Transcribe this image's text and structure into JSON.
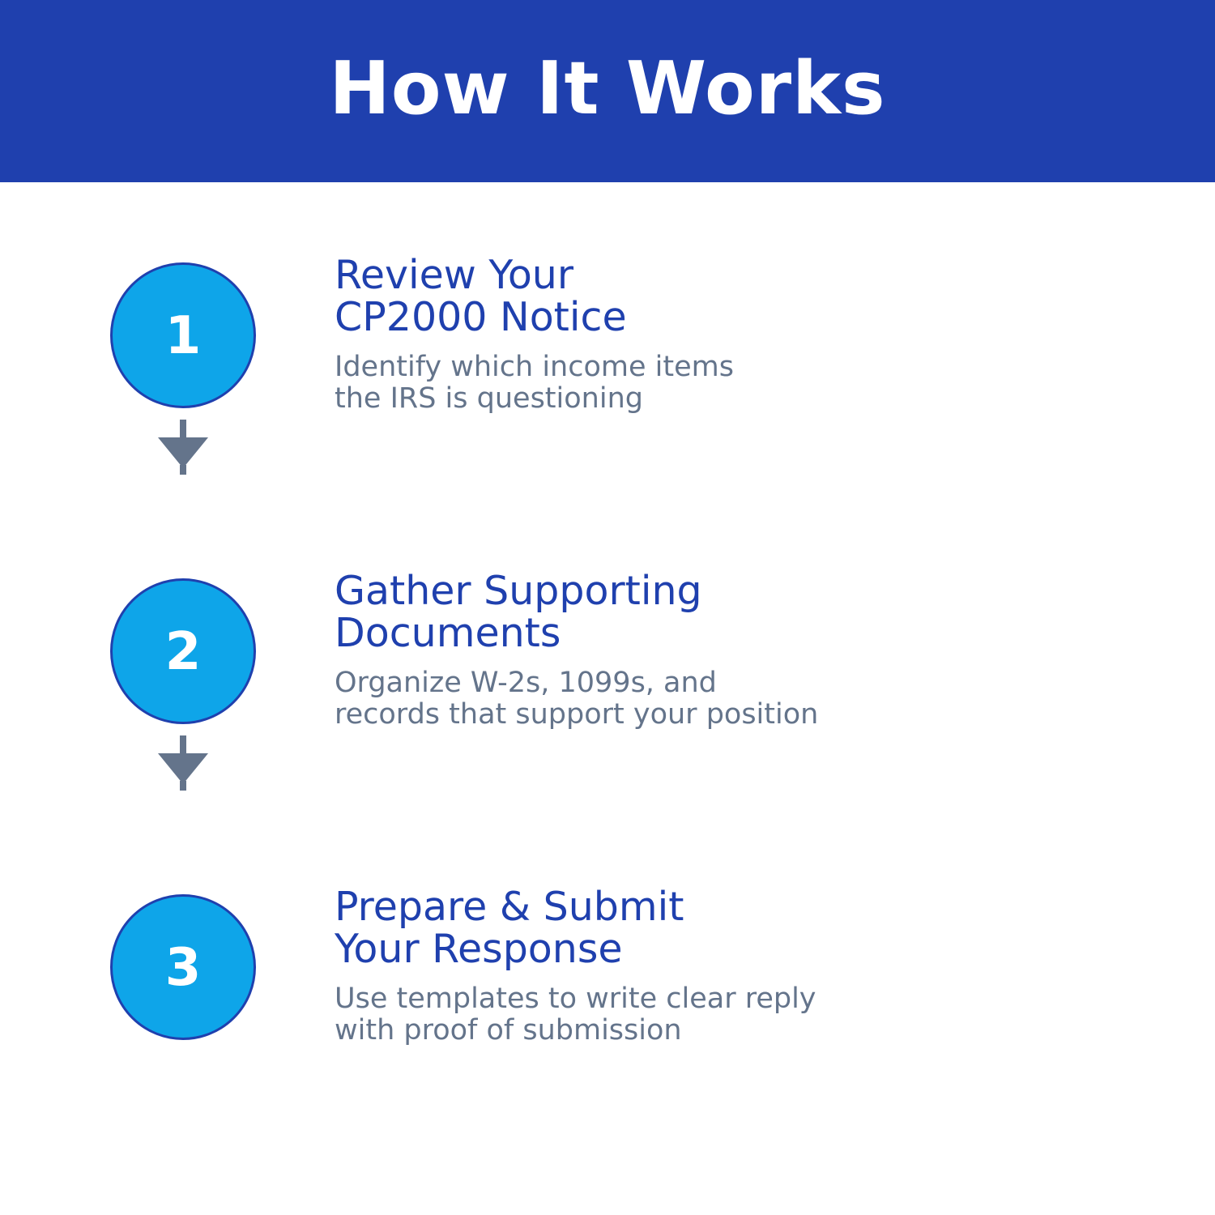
{
  "header": {
    "title": "How It Works"
  },
  "colors": {
    "header_bg": "#1f40ae",
    "circle_fill": "#0ea5e9",
    "circle_border": "#1f40ae",
    "title_text": "#1f40ae",
    "description_text": "#64748b",
    "arrow": "#64748b"
  },
  "steps": [
    {
      "number": "1",
      "title": "Review Your\nCP2000 Notice",
      "description": "Identify which income items\nthe IRS is questioning",
      "arrow_icon": "arrow-down-icon"
    },
    {
      "number": "2",
      "title": "Gather Supporting\nDocuments",
      "description": "Organize W-2s, 1099s, and\nrecords that support your position",
      "arrow_icon": "arrow-down-icon"
    },
    {
      "number": "3",
      "title": "Prepare & Submit\nYour Response",
      "description": "Use templates to write clear reply\nwith proof of submission"
    }
  ]
}
